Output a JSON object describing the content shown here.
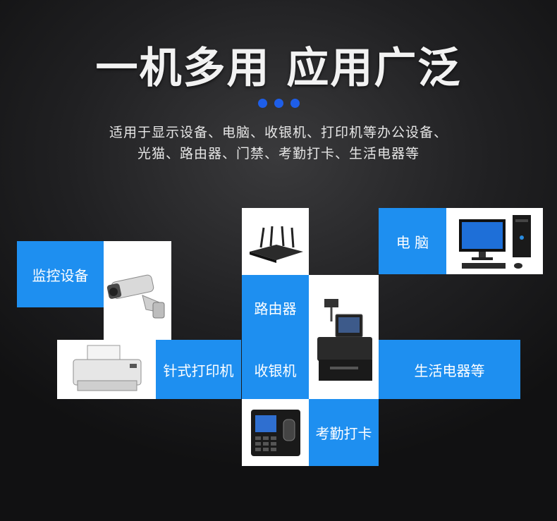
{
  "heading": {
    "title": "一机多用  应用广泛"
  },
  "description": {
    "line1": "适用于显示设备、电脑、收银机、打印机等办公设备、",
    "line2": "光猫、路由器、门禁、考勤打卡、生活电器等"
  },
  "tiles": {
    "surveillance": "监控设备",
    "computer": "电 脑",
    "router": "路由器",
    "dot_matrix_printer": "针式打印机",
    "cash_register": "收银机",
    "home_appliances": "生活电器等",
    "attendance": "考勤打卡"
  },
  "colors": {
    "accent_blue": "#1e8ff0",
    "dot_blue": "#1e5ee8"
  }
}
